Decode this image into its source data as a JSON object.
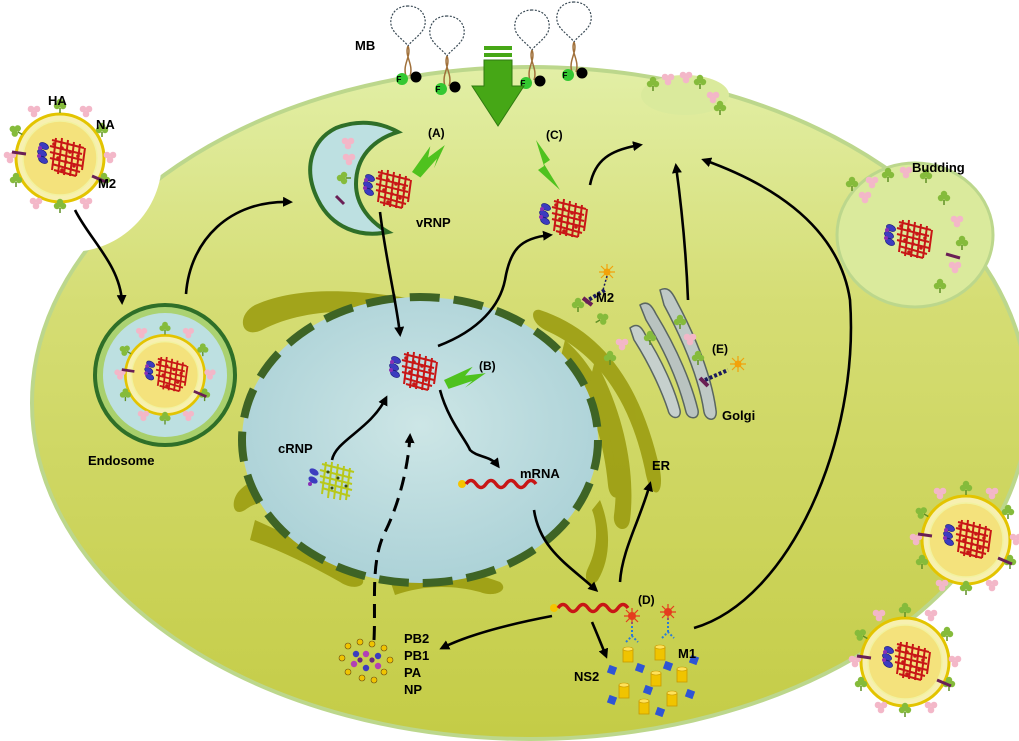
{
  "labels": {
    "mb": "MB",
    "ha": "HA",
    "na": "NA",
    "m2_virion": "M2",
    "endosome": "Endosome",
    "vrnp": "vRNP",
    "step_a": "(A)",
    "step_b": "(B)",
    "step_c": "(C)",
    "step_d": "(D)",
    "step_e": "(E)",
    "crnp": "cRNP",
    "mrna": "mRNA",
    "m2_er": "M2",
    "golgi": "Golgi",
    "er": "ER",
    "budding": "Budding",
    "ns2": "NS2",
    "m1": "M1",
    "pb2": "PB2",
    "pb1": "PB1",
    "pa": "PA",
    "np": "NP",
    "fluor": "F"
  },
  "colors": {
    "cell_fill": "#c7cf52",
    "cell_outline": "#b6d889",
    "nucleus_fill": "#bcdcdc",
    "nuclear_envelope": "#3e6425",
    "er_golgi": "#999a0c",
    "envelope_yellow": "#f4e27c",
    "hemagglutinin": "#f3b7c8",
    "neuraminidase": "#85bb3b",
    "rnp_red": "#c81616",
    "polymerase_blue": "#3c3cbf",
    "arrow_green": "#46a716",
    "m1_yellow": "#f0c400",
    "ns2_blue": "#2f55d4"
  },
  "icons": [
    "molecular-beacon-icon",
    "fluorophore-icon",
    "quencher-icon",
    "influenza-virion-icon",
    "vrnp-icon",
    "mrna-strand-icon",
    "light-burst-icon"
  ]
}
